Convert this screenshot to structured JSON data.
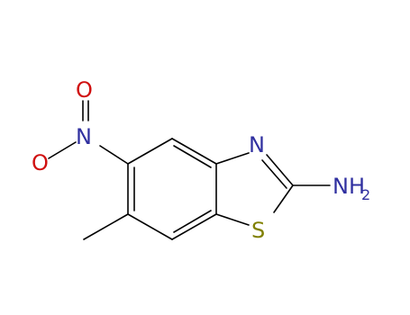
{
  "molecule": {
    "atoms": {
      "amine_n": "NH",
      "amine_h_count": "2",
      "ring_n": "N",
      "ring_s": "S",
      "nitro_n": "N",
      "nitro_o_top": "O",
      "nitro_o_left": "O"
    },
    "colors": {
      "nitrogen": "#3030a0",
      "oxygen": "#d01010",
      "sulfur": "#808000",
      "bond": "#000000"
    }
  }
}
